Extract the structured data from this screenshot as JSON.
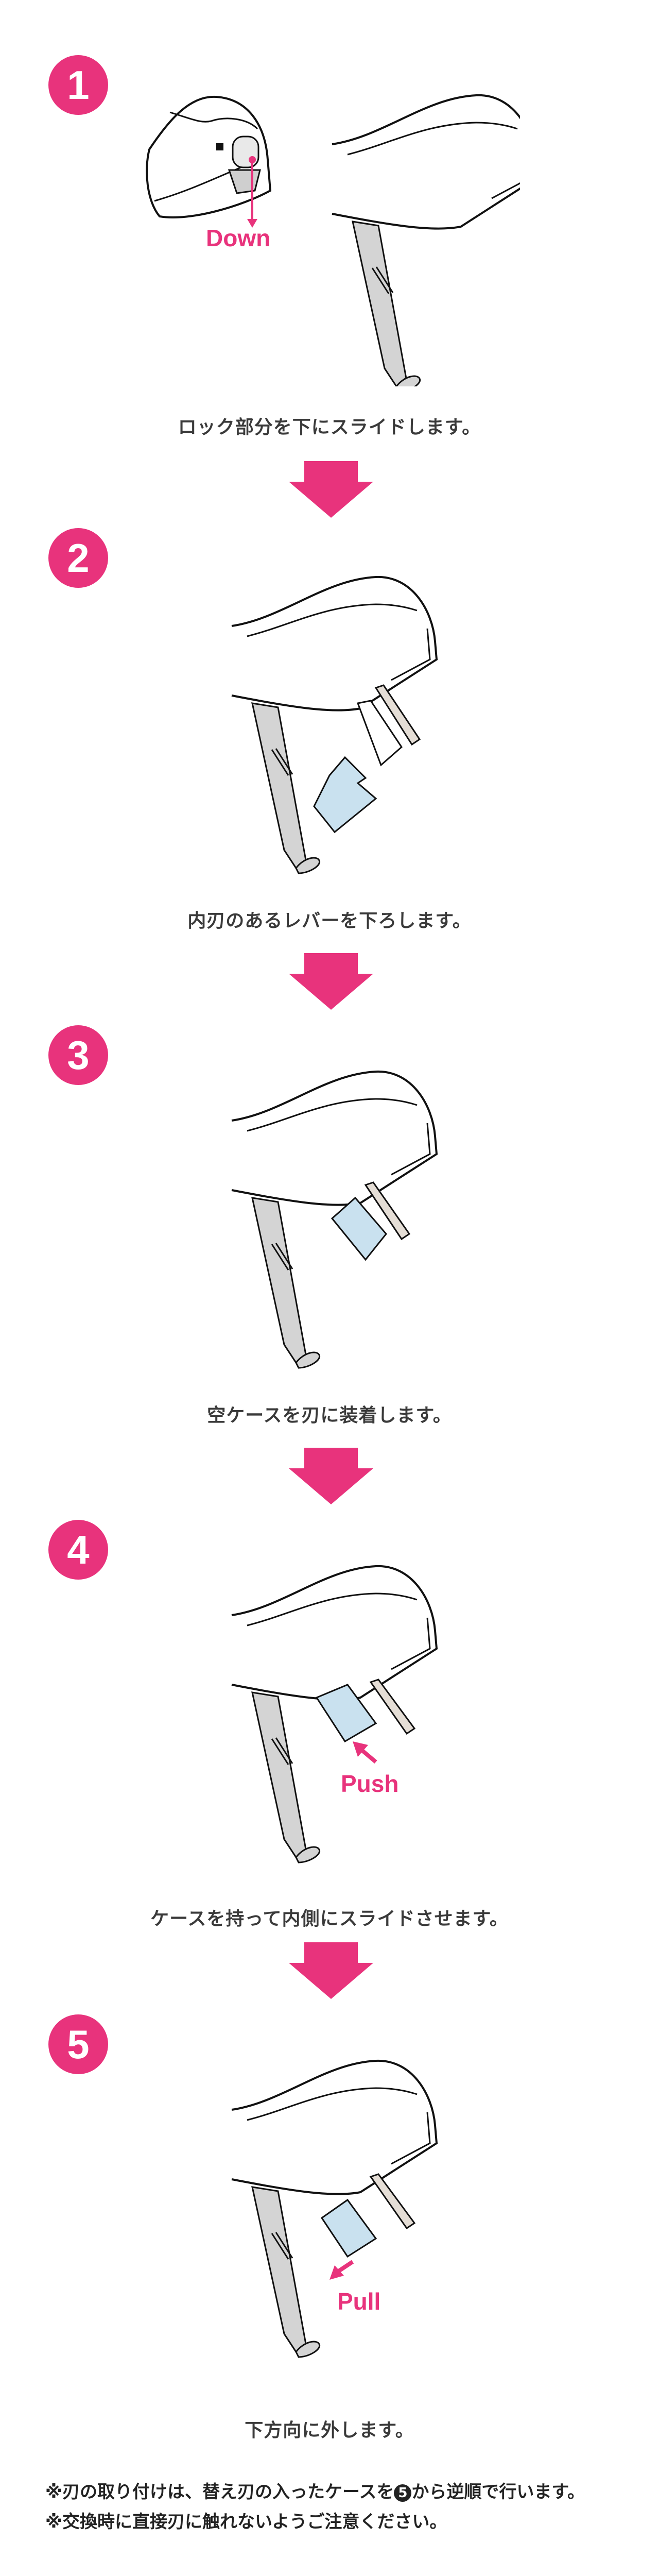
{
  "colors": {
    "accent": "#e8337c",
    "case_blue": "#c9e1ef",
    "stand_gray": "#d4d4d4"
  },
  "steps": [
    {
      "number": "1",
      "caption": "ロック部分を下にスライドします。",
      "label": "Down"
    },
    {
      "number": "2",
      "caption": "内刃のあるレバーを下ろします。"
    },
    {
      "number": "3",
      "caption": "空ケースを刃に装着します。"
    },
    {
      "number": "4",
      "caption": "ケースを持って内側にスライドさせます。",
      "label": "Push"
    },
    {
      "number": "5",
      "caption": "下方向に外します。",
      "label": "Pull"
    }
  ],
  "notes": {
    "line1_a": "※刃の取り付けは、替え刃の入ったケースを",
    "line1_circle": "5",
    "line1_b": "から逆順で行います。",
    "line2": "※交換時に直接刃に触れないようご注意ください。"
  }
}
